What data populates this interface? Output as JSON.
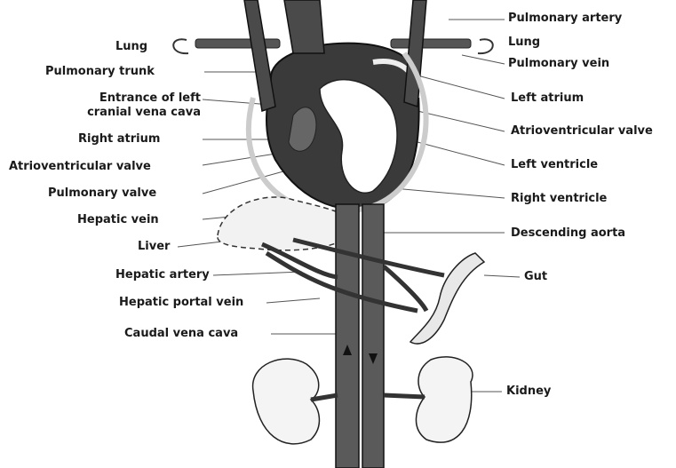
{
  "labels_left": {
    "lung": "Lung",
    "pulmonary_trunk": "Pulmonary trunk",
    "entrance_left_cranial_vena_cava": "Entrance of left\ncranial vena cava",
    "right_atrium": "Right atrium",
    "atrioventricular_valve": "Atrioventricular valve",
    "pulmonary_valve": "Pulmonary valve",
    "hepatic_vein": "Hepatic vein",
    "liver": "Liver",
    "hepatic_artery": "Hepatic artery",
    "hepatic_portal_vein": "Hepatic portal vein",
    "caudal_vena_cava": "Caudal vena cava"
  },
  "labels_right": {
    "pulmonary_artery": "Pulmonary artery",
    "lung": "Lung",
    "pulmonary_vein": "Pulmonary vein",
    "left_atrium": "Left atrium",
    "atrioventricular_valve": "Atrioventricular valve",
    "left_ventricle": "Left ventricle",
    "right_ventricle": "Right ventricle",
    "descending_aorta": "Descending aorta",
    "gut": "Gut",
    "kidney": "Kidney"
  }
}
